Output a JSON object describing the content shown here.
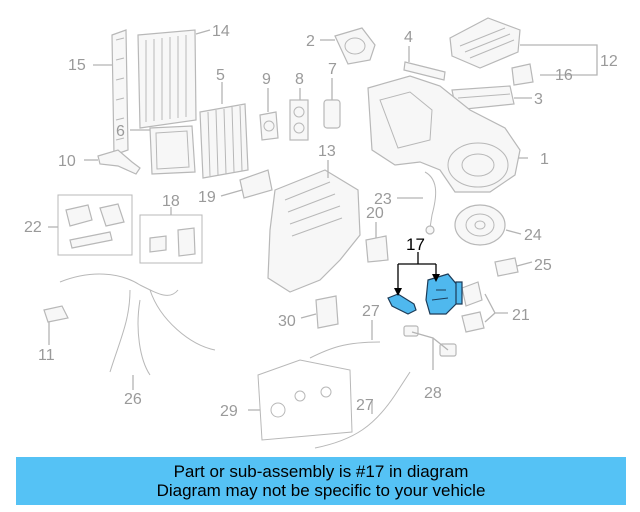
{
  "callouts": [
    "1",
    "2",
    "3",
    "4",
    "5",
    "6",
    "7",
    "8",
    "9",
    "10",
    "11",
    "12",
    "13",
    "14",
    "15",
    "16",
    "17",
    "18",
    "19",
    "20",
    "21",
    "22",
    "23",
    "24",
    "25",
    "26",
    "27",
    "27",
    "28",
    "29",
    "30"
  ],
  "highlight_callout": "17",
  "highlight_color": "#4fb8ee",
  "banner": {
    "color": "#55c2f5",
    "line1": "Part or sub-assembly is #17 in diagram",
    "line2": "Diagram may not be specific to your vehicle"
  }
}
